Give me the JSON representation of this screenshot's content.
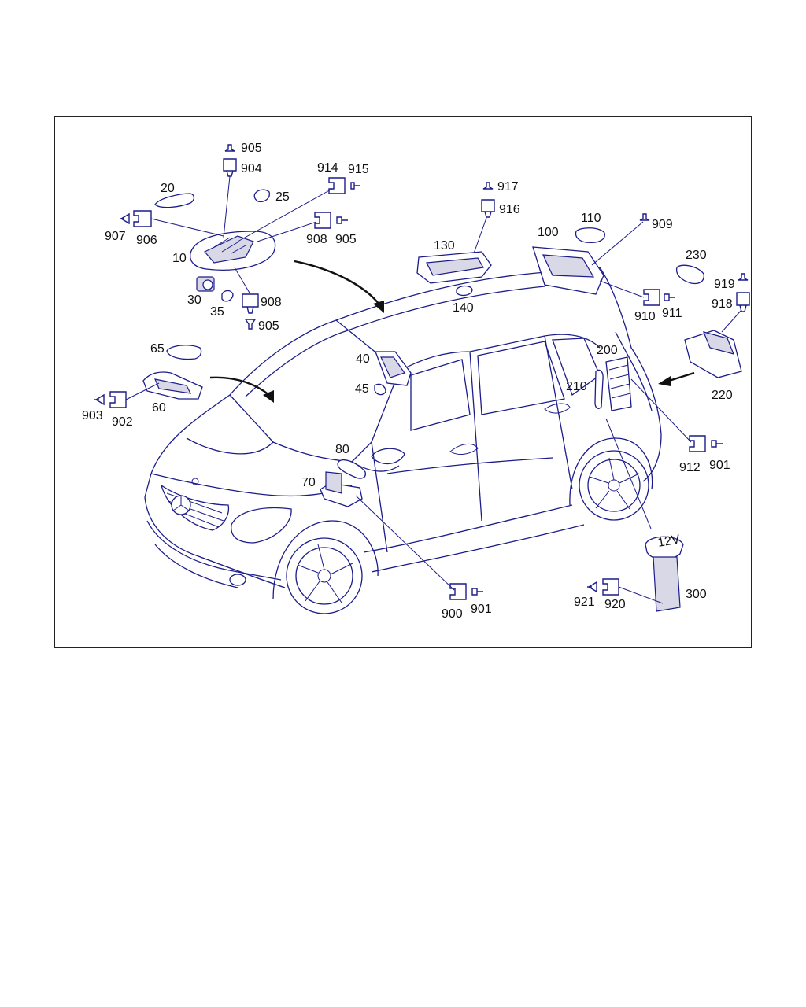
{
  "diagram": {
    "callouts": [
      {
        "id": "c905a",
        "text": "905"
      },
      {
        "id": "c904",
        "text": "904"
      },
      {
        "id": "c914",
        "text": "914"
      },
      {
        "id": "c915",
        "text": "915"
      },
      {
        "id": "c20",
        "text": "20"
      },
      {
        "id": "c25",
        "text": "25"
      },
      {
        "id": "c907",
        "text": "907"
      },
      {
        "id": "c906",
        "text": "906"
      },
      {
        "id": "c908a",
        "text": "908"
      },
      {
        "id": "c905b",
        "text": "905"
      },
      {
        "id": "c10",
        "text": "10"
      },
      {
        "id": "c30",
        "text": "30"
      },
      {
        "id": "c35",
        "text": "35"
      },
      {
        "id": "c908b",
        "text": "908"
      },
      {
        "id": "c905c",
        "text": "905"
      },
      {
        "id": "c917",
        "text": "917"
      },
      {
        "id": "c916",
        "text": "916"
      },
      {
        "id": "c130",
        "text": "130"
      },
      {
        "id": "c140",
        "text": "140"
      },
      {
        "id": "c100",
        "text": "100"
      },
      {
        "id": "c110",
        "text": "110"
      },
      {
        "id": "c909",
        "text": "909"
      },
      {
        "id": "c230",
        "text": "230"
      },
      {
        "id": "c919",
        "text": "919"
      },
      {
        "id": "c918",
        "text": "918"
      },
      {
        "id": "c910",
        "text": "910"
      },
      {
        "id": "c911",
        "text": "911"
      },
      {
        "id": "c220",
        "text": "220"
      },
      {
        "id": "c65",
        "text": "65"
      },
      {
        "id": "c40",
        "text": "40"
      },
      {
        "id": "c45",
        "text": "45"
      },
      {
        "id": "c903",
        "text": "903"
      },
      {
        "id": "c902",
        "text": "902"
      },
      {
        "id": "c60",
        "text": "60"
      },
      {
        "id": "c200",
        "text": "200"
      },
      {
        "id": "c210",
        "text": "210"
      },
      {
        "id": "c912",
        "text": "912"
      },
      {
        "id": "c901a",
        "text": "901"
      },
      {
        "id": "c80",
        "text": "80"
      },
      {
        "id": "c70",
        "text": "70"
      },
      {
        "id": "c900",
        "text": "900"
      },
      {
        "id": "c901b",
        "text": "901"
      },
      {
        "id": "c921",
        "text": "921"
      },
      {
        "id": "c920",
        "text": "920"
      },
      {
        "id": "c300",
        "text": "300"
      }
    ],
    "socket_label": "12V"
  }
}
